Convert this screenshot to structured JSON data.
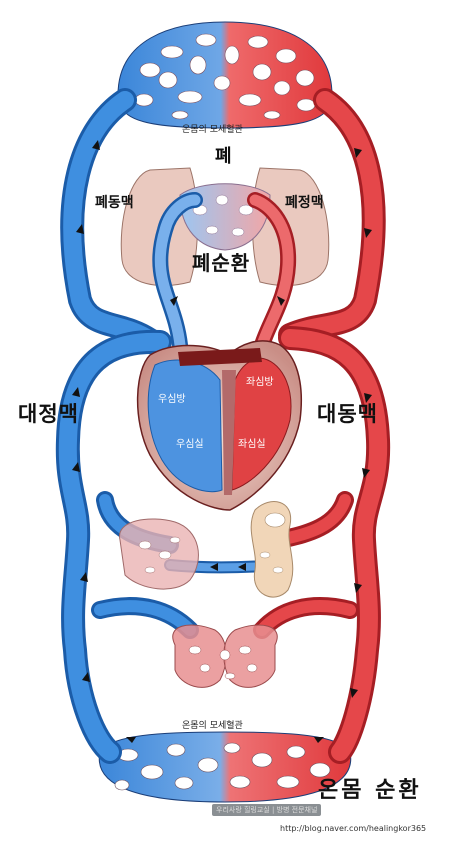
{
  "colors": {
    "vein": "#2f7fd6",
    "vein_dark": "#1b5ca8",
    "artery": "#e0393c",
    "artery_dark": "#b51f26",
    "organ": "#eec7b8",
    "heart_dark": "#7a1a1a"
  },
  "labels": {
    "capillaries_top": "온몸의 모세혈관",
    "lung": "폐",
    "pulmonary_artery": "폐동맥",
    "pulmonary_vein": "폐정맥",
    "pulmonary_circulation": "폐순환",
    "vena_cava": "대정맥",
    "aorta": "대동맥",
    "right_atrium": "우심방",
    "right_ventricle": "우심실",
    "left_atrium": "좌심방",
    "left_ventricle": "좌심실",
    "capillaries_bottom": "온몸의 모세혈관",
    "systemic_circulation": "온몸 순환"
  },
  "watermark": {
    "line1": "우리사랑 힐링교실 | 방병 전문채널",
    "url": "http://blog.naver.com/healingkor365"
  }
}
